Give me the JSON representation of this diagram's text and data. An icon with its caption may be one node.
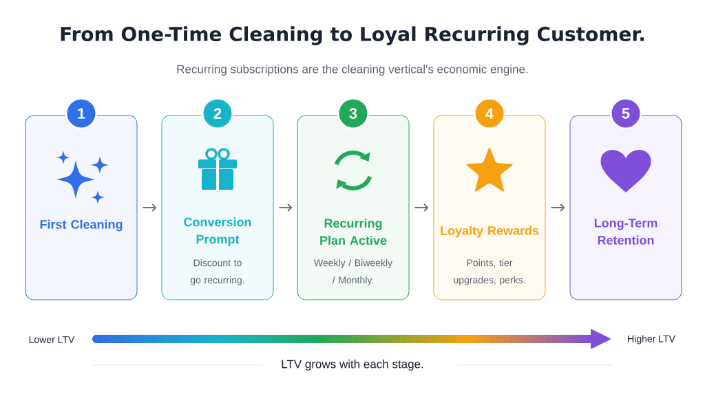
{
  "diagram": {
    "title": "From One-Time Cleaning to Loyal Recurring Customer.",
    "nodes": [
      {
        "text": [
          "1",
          "First Cleaning"
        ]
      },
      {
        "text": [
          "2",
          "Conversion Prompt",
          "Discount to go recurring."
        ]
      },
      {
        "text": [
          "3",
          "Recurring Plan Active",
          "Weekly / Biweekly / Monthly."
        ]
      },
      {
        "text": [
          "4",
          "Loyalty Rewards",
          "Points, tier upgrades, perks."
        ]
      },
      {
        "text": [
          "5",
          "Long-Term Retention"
        ]
      }
    ],
    "edges": [
      {
        "from": 0,
        "to": 1,
        "arrow": "to"
      },
      {
        "from": 1,
        "to": 2,
        "arrow": "to"
      },
      {
        "from": 2,
        "to": 3,
        "arrow": "to"
      },
      {
        "from": 3,
        "to": 4,
        "arrow": "to"
      }
    ],
    "labels": [
      "Recurring subscriptions are the cleaning vertical's economic engine.",
      "Lower LTV",
      "Higher LTV",
      "LTV grows with each stage."
    ]
  }
}
